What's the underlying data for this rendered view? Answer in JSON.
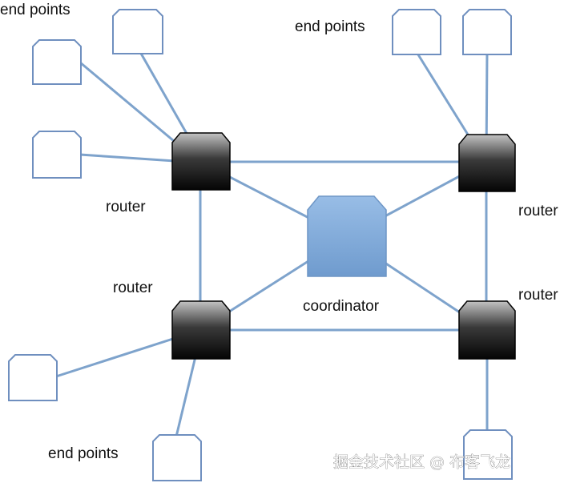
{
  "labels": {
    "end_points_top_left": "end points",
    "end_points_top_right": "end points",
    "end_points_bottom_left": "end points",
    "router_top_left": "router",
    "router_top_right": "router",
    "router_bottom_left": "router",
    "router_bottom_right": "router",
    "coordinator": "coordinator"
  },
  "watermark": "掘金技术社区 @ 布客飞龙",
  "colors": {
    "link": "#7ea3cc",
    "end_point_stroke": "#6f8fbf",
    "coordinator_fill": "#7fa9d8",
    "router_dark": "#0d0d0d",
    "router_light": "#b8b8b8"
  }
}
